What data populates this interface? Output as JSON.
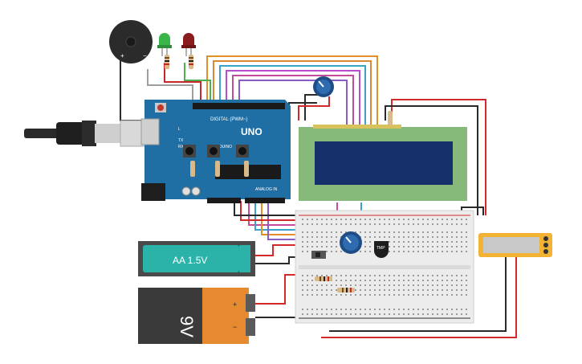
{
  "circuit": {
    "arduino": {
      "logo_text": "UNO",
      "brand_text": "ARDUINO",
      "digital_label": "DIGITAL (PWM~)",
      "analog_label": "ANALOG IN",
      "tx_label": "TX",
      "rx_label": "RX",
      "l_label": "L"
    },
    "aa_battery": {
      "label": "AA 1.5V"
    },
    "battery_9v": {
      "label": "9V",
      "plus": "+",
      "minus": "−"
    },
    "temp_sensor": {
      "label": "TMP"
    },
    "buzzer": {
      "plus": "+",
      "minus": "−"
    }
  },
  "colors": {
    "arduino_board": "#1f6fa4",
    "lcd_frame": "#87b97a",
    "lcd_screen": "#15306a",
    "battery_aa": "#2bb3a9",
    "battery_9v_body": "#3a3a3a",
    "battery_9v_label": "#e58a2e",
    "voltmeter": "#f2b233",
    "breadboard": "#ececec",
    "wire_red": "#d22a2a",
    "wire_black": "#2a2a2a"
  }
}
